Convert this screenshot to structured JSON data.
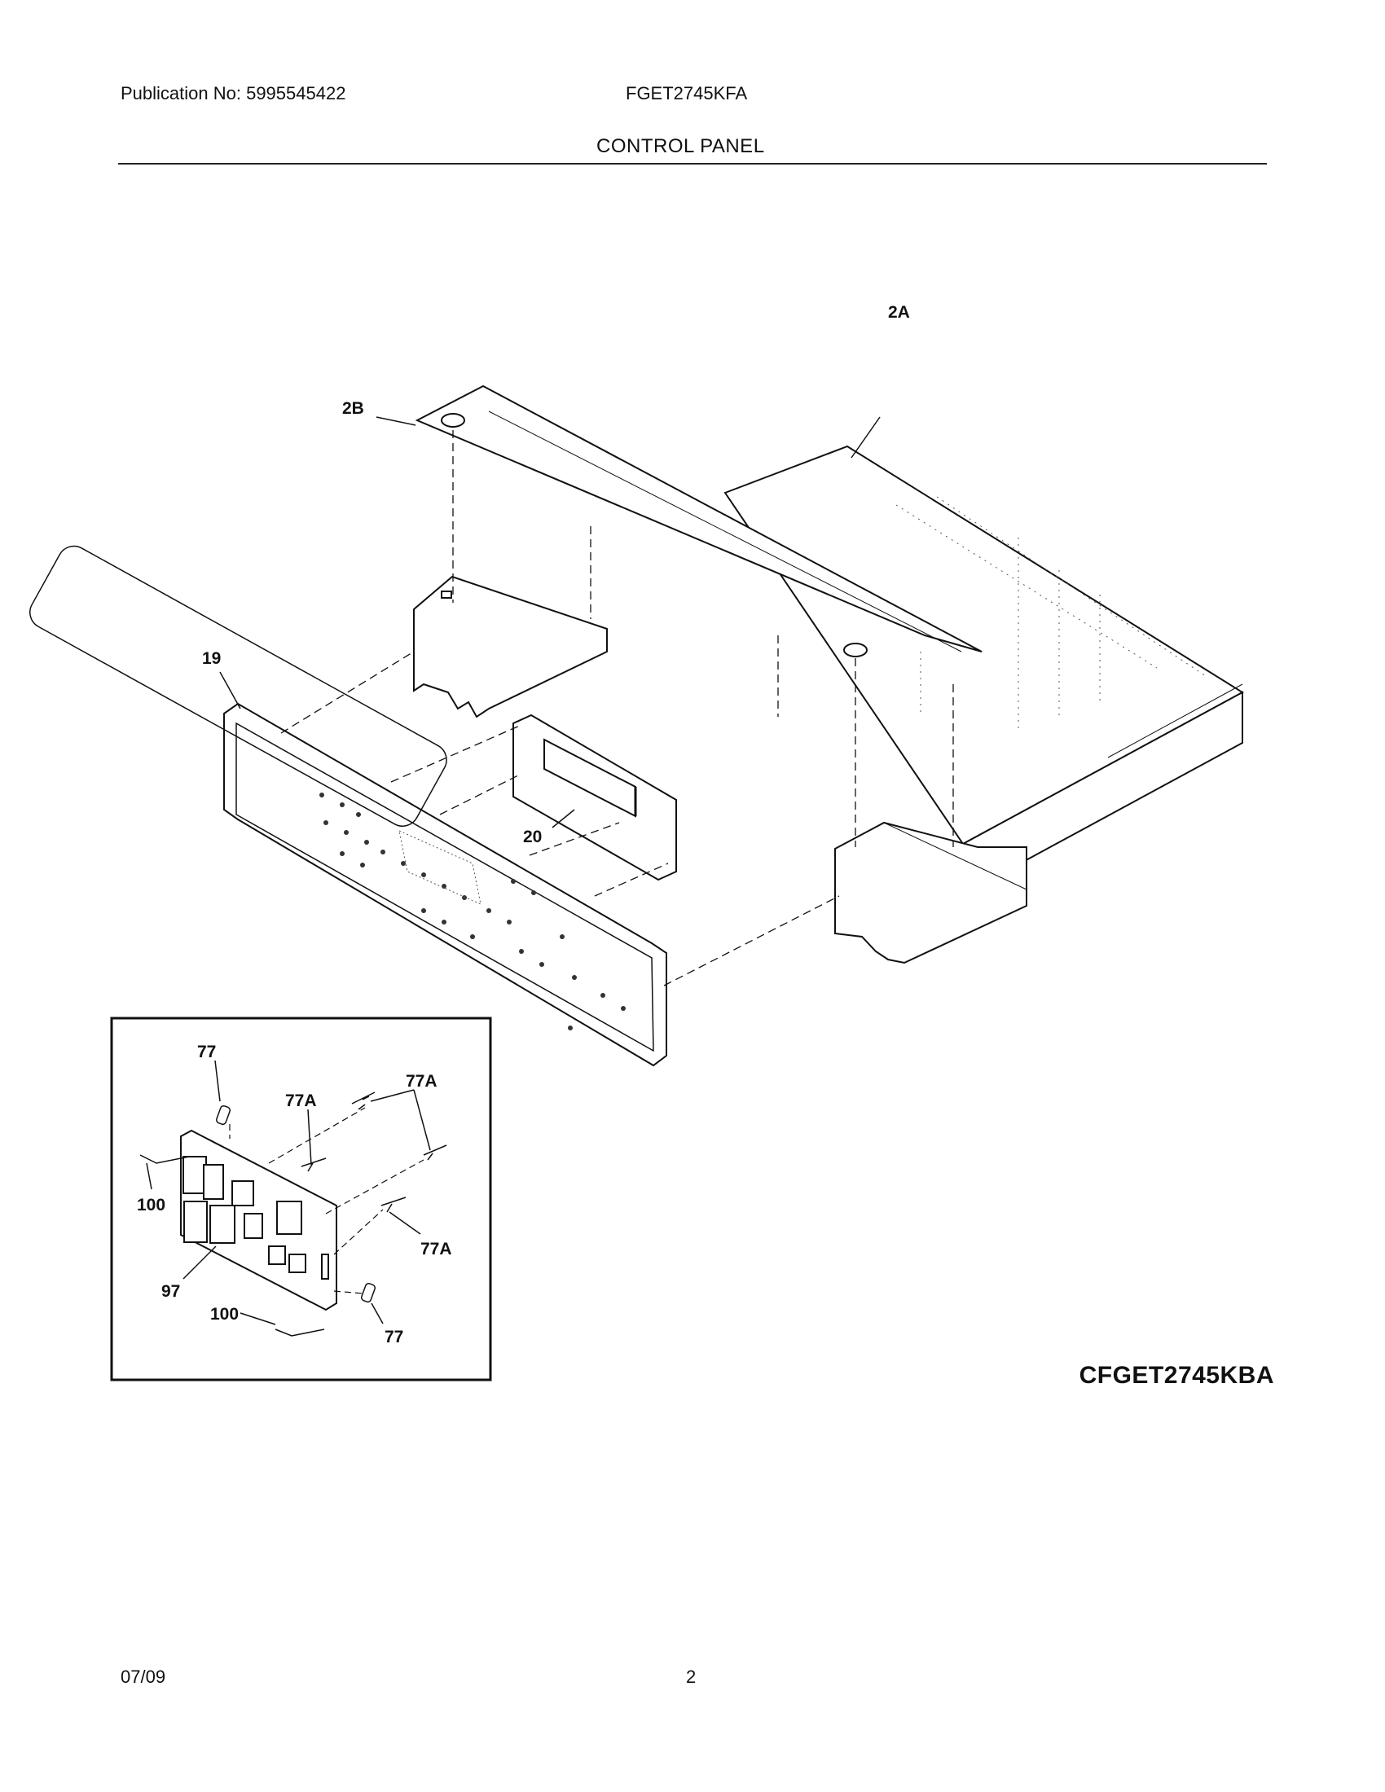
{
  "header": {
    "publication": "Publication No: 5995545422",
    "model": "FGET2745KFA",
    "section_title": "CONTROL PANEL"
  },
  "diagram": {
    "part_labels": {
      "p2B": "2B",
      "p2A": "2A",
      "p19": "19",
      "p20": "20",
      "i77a": "77",
      "i77A1": "77A",
      "i77A2": "77A",
      "i100a": "100",
      "i77A3": "77A",
      "i97": "97",
      "i100b": "100",
      "i77b": "77"
    },
    "reference_code": "CFGET2745KBA"
  },
  "footer": {
    "date": "07/09",
    "page_number": "2"
  }
}
